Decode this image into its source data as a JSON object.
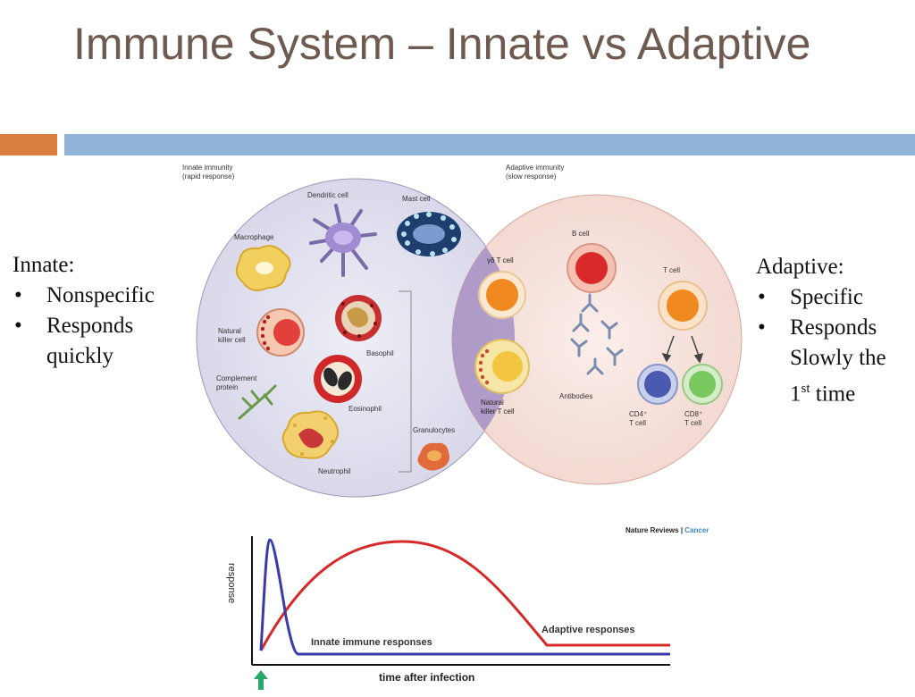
{
  "slide": {
    "title": "Immune System – Innate vs Adaptive"
  },
  "left_panel": {
    "heading": "Innate:",
    "bullets": [
      "Nonspecific",
      "Responds quickly"
    ]
  },
  "right_panel": {
    "heading": "Adaptive:",
    "bullets": [
      "Specific",
      "Responds Slowly the 1st time"
    ]
  },
  "diagram": {
    "innate_header": [
      "Innate immunity",
      "(rapid response)"
    ],
    "adaptive_header": [
      "Adaptive immunity",
      "(slow response)"
    ],
    "cells": {
      "dendritic": "Dendritic cell",
      "mast": "Mast cell",
      "macrophage": "Macrophage",
      "nk": [
        "Natural",
        "killer cell"
      ],
      "basophil": "Basophil",
      "complement": [
        "Complement",
        "protein"
      ],
      "eosinophil": "Eosinophil",
      "neutrophil": "Neutrophil",
      "granulocytes": "Granulocytes",
      "gd_tcell": "γδ T cell",
      "nkt": [
        "Natural",
        "killer T cell"
      ],
      "bcell": "B cell",
      "antibodies": "Antibodies",
      "tcell": "T cell",
      "cd4": [
        "CD4⁺",
        "T cell"
      ],
      "cd8": [
        "CD8⁺",
        "T cell"
      ]
    },
    "source_brand": "Nature Reviews",
    "source_sep": " | ",
    "source_journal": "Cancer"
  },
  "graph": {
    "ylabel": "response",
    "xlabel": "time after infection",
    "innate_label": "Innate immune responses",
    "adaptive_label": "Adaptive responses",
    "colors": {
      "innate": "#3a3aa8",
      "adaptive": "#d62a2a",
      "infection_arrow": "#2aa86a"
    }
  }
}
